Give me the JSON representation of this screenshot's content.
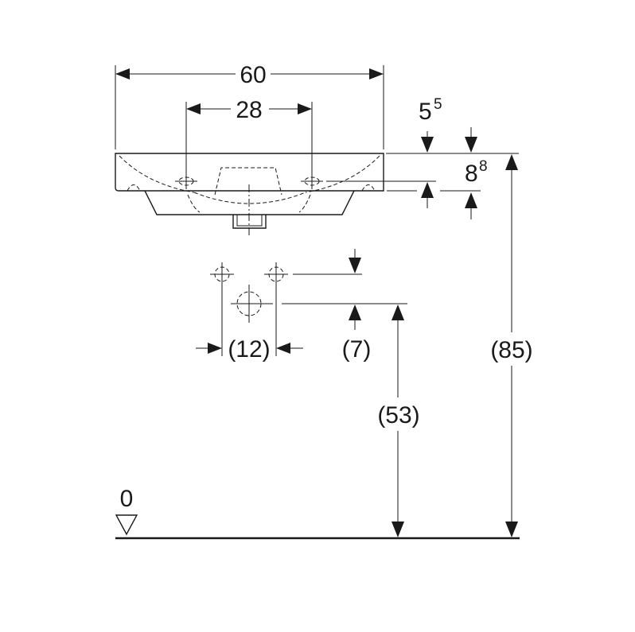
{
  "dimensions": {
    "overall_width": "60",
    "tap_hole_spacing": "28",
    "rim_thickness_main": "5",
    "rim_thickness_sup": "5",
    "overflow_depth_main": "8",
    "overflow_depth_sup": "8",
    "supply_spacing": "(12)",
    "supply_offset": "(7)",
    "drain_height": "(53)",
    "rim_height": "(85)",
    "floor_level": "0"
  }
}
